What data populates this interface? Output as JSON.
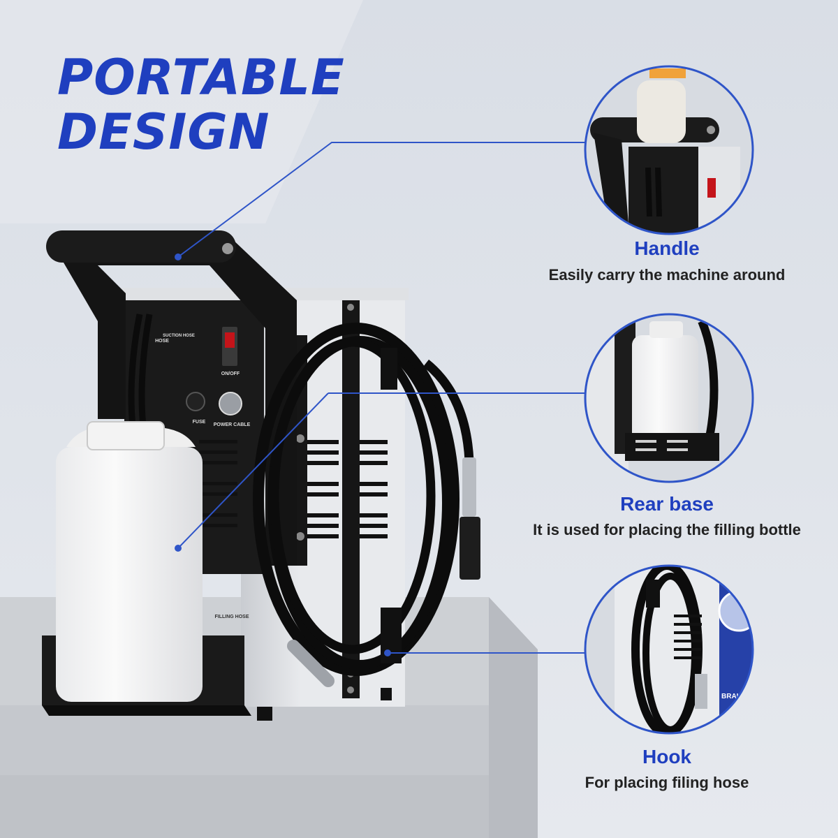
{
  "headline": {
    "line1": "PORTABLE",
    "line2": "DESIGN"
  },
  "machine_labels": {
    "hose": "HOSE",
    "suction_hose": "SUCTION HOSE",
    "on_off": "ON/OFF",
    "fuse": "FUSE",
    "power_cable": "POWER CABLE",
    "filling_hose": "FILLING HOSE"
  },
  "features": [
    {
      "title": "Handle",
      "description": "Easily carry the machine around"
    },
    {
      "title": "Rear base",
      "description": "It is used for placing the filling bottle"
    },
    {
      "title": "Hook",
      "description": "For placing filing hose"
    }
  ],
  "hook_inset_label": "BRAKE FL",
  "colors": {
    "accent": "#1f3fbf",
    "background": "#dfe3ea",
    "machine_black": "#111111"
  }
}
